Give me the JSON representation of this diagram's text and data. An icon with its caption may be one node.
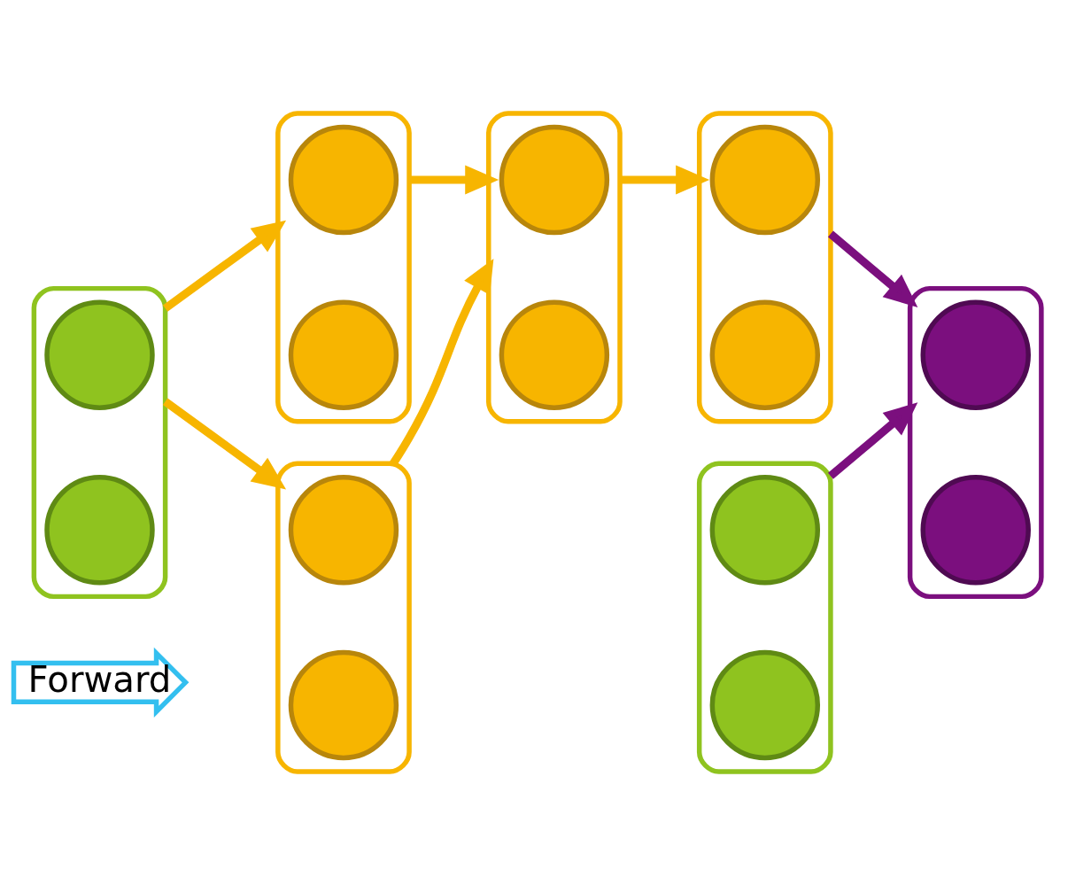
{
  "diagram": {
    "nodes": [
      {
        "text": [
          "Forward"
        ]
      },
      {
        "text": [],
        "shape": "box"
      },
      {
        "text": [],
        "shape": "circle",
        "in": 1
      },
      {
        "text": [],
        "shape": "circle",
        "in": 1
      },
      {
        "text": [],
        "shape": "box"
      },
      {
        "text": [],
        "shape": "circle",
        "in": 4
      },
      {
        "text": [],
        "shape": "circle",
        "in": 4
      },
      {
        "text": [],
        "shape": "box"
      },
      {
        "text": [],
        "shape": "circle",
        "in": 7
      },
      {
        "text": [],
        "shape": "circle",
        "in": 7
      },
      {
        "text": [],
        "shape": "box"
      },
      {
        "text": [],
        "shape": "circle",
        "in": 10
      },
      {
        "text": [],
        "shape": "circle",
        "in": 10
      },
      {
        "text": [],
        "shape": "box"
      },
      {
        "text": [],
        "shape": "circle",
        "in": 13
      },
      {
        "text": [],
        "shape": "circle",
        "in": 13
      },
      {
        "text": [],
        "shape": "box"
      },
      {
        "text": [],
        "shape": "circle",
        "in": 16
      },
      {
        "text": [],
        "shape": "circle",
        "in": 16
      },
      {
        "text": [],
        "shape": "box"
      },
      {
        "text": [],
        "shape": "circle",
        "in": 19
      },
      {
        "text": [],
        "shape": "circle",
        "in": 19
      }
    ],
    "edges": [
      {
        "from": 1,
        "to": 4,
        "arrow": "to"
      },
      {
        "from": 4,
        "to": 7,
        "arrow": "to"
      },
      {
        "from": 7,
        "to": 10,
        "arrow": "to"
      },
      {
        "from": 1,
        "to": 13,
        "arrow": "to"
      },
      {
        "from": 13,
        "to": 7,
        "arrow": "to"
      },
      {
        "from": 10,
        "to": 19,
        "arrow": "to",
        "color": "#7b0f7e"
      },
      {
        "from": 16,
        "to": 19,
        "arrow": "to",
        "color": "#7b0f7e"
      }
    ]
  }
}
